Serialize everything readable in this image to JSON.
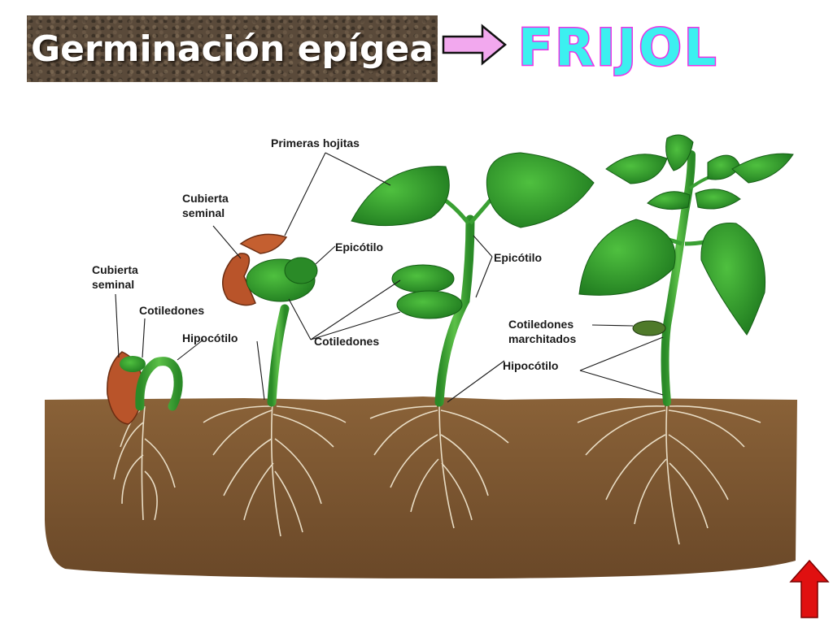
{
  "header": {
    "title": "Germinación epígea",
    "subject": "FRIJOL"
  },
  "labels": {
    "primeras_hojitas": "Primeras hojitas",
    "cubierta_seminal_2_line1": "Cubierta",
    "cubierta_seminal_2_line2": "seminal",
    "epicotilo_2": "Epicótilo",
    "cubierta_seminal_1_line1": "Cubierta",
    "cubierta_seminal_1_line2": "seminal",
    "cotiledones_1": "Cotiledones",
    "hipocotilo_1": "Hipocótilo",
    "cotiledones_2": "Cotiledones",
    "epicotilo_3": "Epicótilo",
    "cotiledones_marchitados_line1": "Cotiledones",
    "cotiledones_marchitados_line2": "marchitados",
    "hipocotilo_3": "Hipocótilo"
  },
  "colors": {
    "soil": "#7a5530",
    "leaf": "#2f9a2a",
    "stem": "#3aa033",
    "seed_coat": "#b9542a",
    "title_text": "#ffffff",
    "frijol_fill": "#3cf0f0",
    "frijol_stroke": "#ee30e6",
    "nav_arrow": "#e01010"
  },
  "icons": {
    "header_arrow": "arrow-right-icon",
    "nav_arrow": "arrow-up-icon"
  }
}
